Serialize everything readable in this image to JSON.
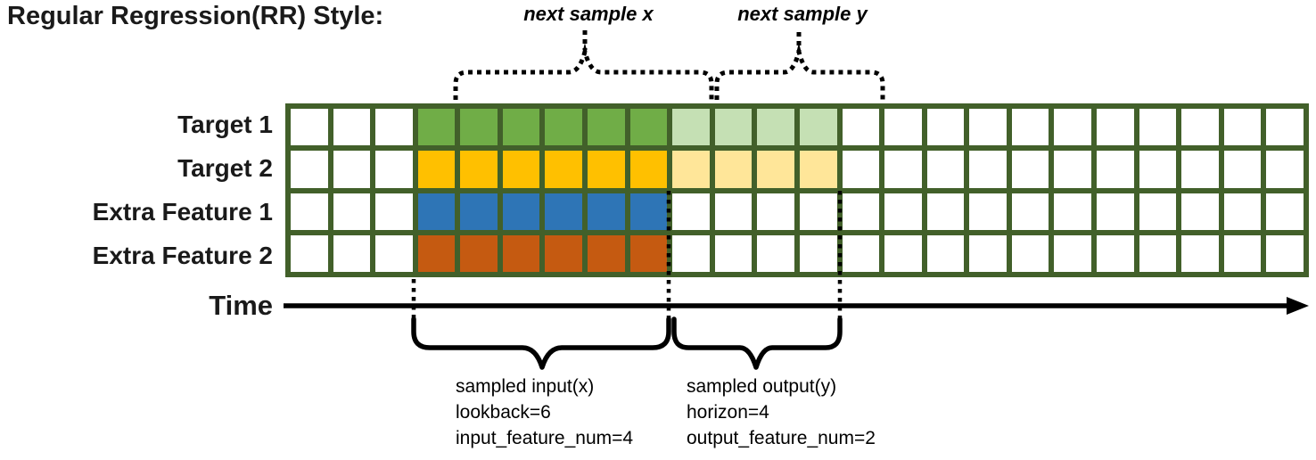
{
  "title": "Regular Regression(RR) Style:",
  "colors": {
    "grid_border": "#42602a",
    "ink": "#000000",
    "target1_lookback": "#70ad47",
    "target1_horizon": "#c5e0b4",
    "target2_lookback": "#ffc000",
    "target2_horizon": "#ffe699",
    "extra1_lookback": "#2e75b6",
    "extra2_lookback": "#c55a11"
  },
  "grid": {
    "total_columns": 24,
    "lookback_start_col": 3,
    "lookback": 6,
    "horizon": 4,
    "rows": [
      {
        "label": "Target 1",
        "lookback_color": "#70ad47",
        "horizon_color": "#c5e0b4",
        "has_horizon": true
      },
      {
        "label": "Target 2",
        "lookback_color": "#ffc000",
        "horizon_color": "#ffe699",
        "has_horizon": true
      },
      {
        "label": "Extra Feature 1",
        "lookback_color": "#2e75b6",
        "horizon_color": null,
        "has_horizon": false
      },
      {
        "label": "Extra Feature 2",
        "lookback_color": "#c55a11",
        "horizon_color": null,
        "has_horizon": false
      }
    ]
  },
  "annotations": {
    "next_sample_x": "next sample x",
    "next_sample_y": "next sample y",
    "time_label": "Time",
    "input_lines": [
      "sampled input(x)",
      "lookback=6",
      "input_feature_num=4"
    ],
    "output_lines": [
      "sampled output(y)",
      "horizon=4",
      "output_feature_num=2"
    ]
  }
}
